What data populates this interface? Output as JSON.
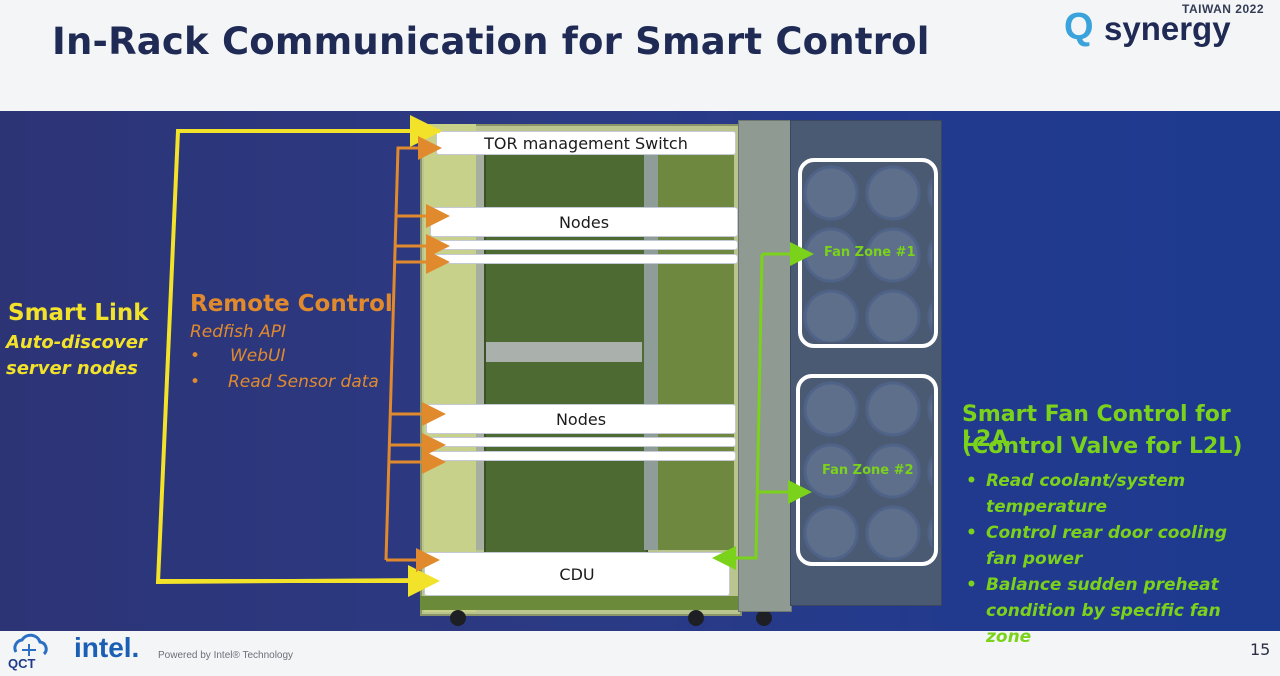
{
  "title": "In-Rack Communication for Smart Control",
  "brand": {
    "year": "TAIWAN 2022",
    "q": "Q",
    "word": "synergy"
  },
  "rack": {
    "tor": "TOR management Switch",
    "nodes_top": "Nodes",
    "nodes_bottom": "Nodes",
    "cdu": "CDU",
    "fan_zone_1": "Fan Zone #1",
    "fan_zone_2": "Fan Zone #2"
  },
  "smart_link": {
    "title": "Smart Link",
    "line1": "Auto-discover",
    "line2": "server nodes"
  },
  "remote_control": {
    "title": "Remote Control",
    "subtitle": "Redfish API",
    "items": [
      "WebUI",
      "Read Sensor data"
    ]
  },
  "smart_fan": {
    "title_line1": "Smart Fan Control for L2A",
    "title_line2": "(Control Valve for L2L)",
    "bullets": [
      "Read coolant/system temperature",
      "Control rear door cooling fan power",
      "Balance sudden preheat condition by specific fan zone"
    ]
  },
  "colors": {
    "yellow": "#f2e22a",
    "orange": "#e08a2d",
    "green": "#7bd21a",
    "panel": "#2b3a84"
  },
  "footer": {
    "qct": "QCT",
    "intel": "intel.",
    "powered": "Powered by Intel® Technology",
    "page_number": "15"
  }
}
